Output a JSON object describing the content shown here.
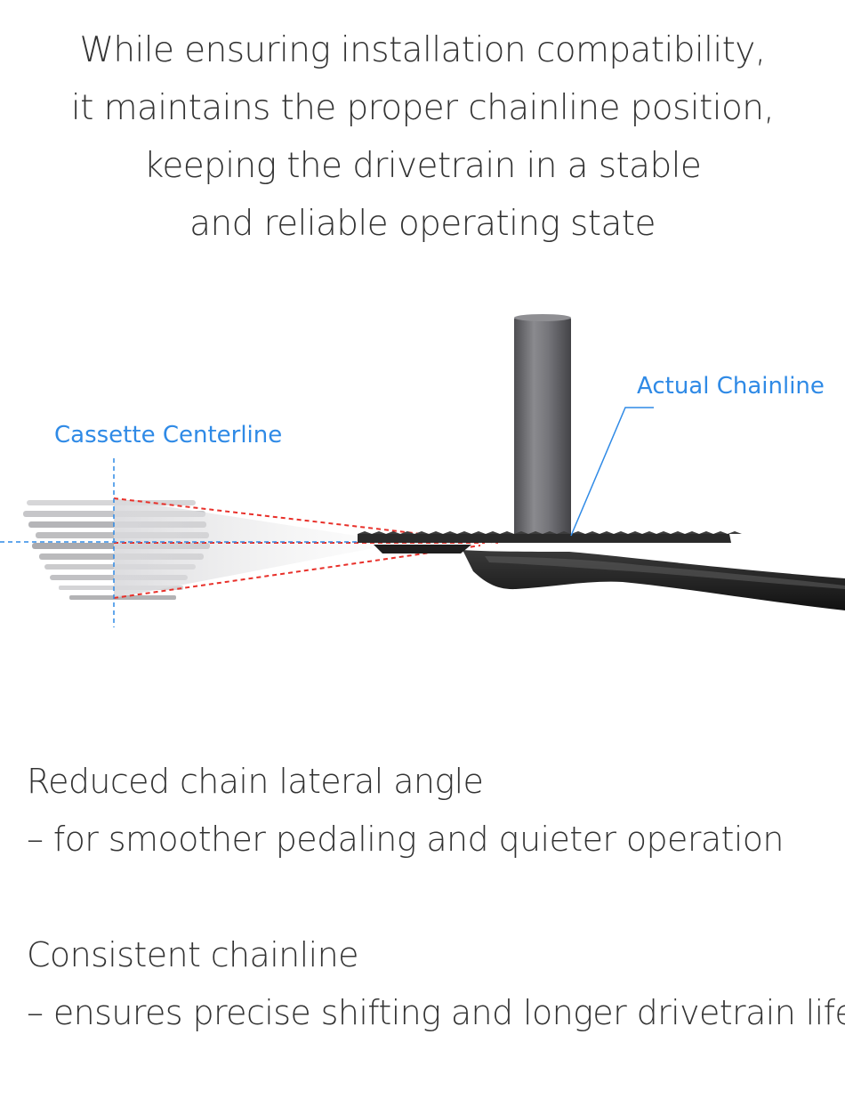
{
  "headline": {
    "lines": [
      "While ensuring installation compatibility,",
      "it maintains the proper chainline position,",
      "keeping the drivetrain in a stable",
      "and reliable operating state"
    ]
  },
  "diagram": {
    "labels": {
      "cassette_centerline": "Cassette Centerline",
      "actual_chainline": "Actual Chainline"
    },
    "colors": {
      "callout_blue": "#2f8ae6",
      "chain_red": "#e8302a",
      "crank_black": "#1e1e1e",
      "spindle_grey": "#6f6f72"
    }
  },
  "features": [
    {
      "title": "Reduced chain lateral angle",
      "detail": "– for smoother pedaling and quieter operation"
    },
    {
      "title": "Consistent chainline",
      "detail": "– ensures precise shifting and longer drivetrain life"
    }
  ]
}
